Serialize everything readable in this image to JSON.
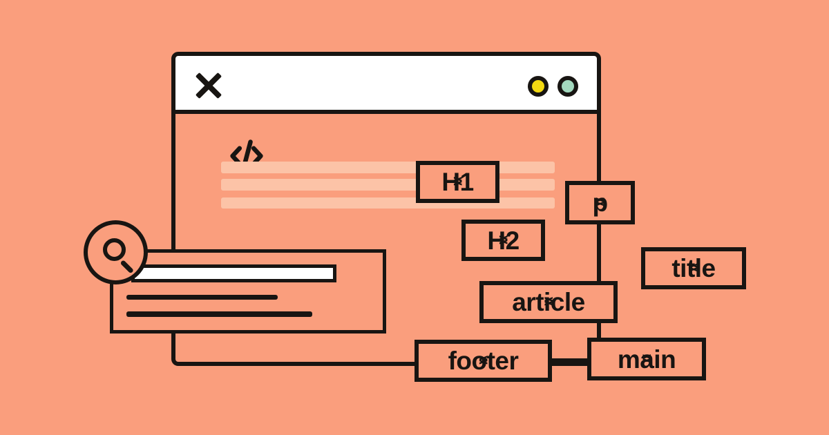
{
  "colors": {
    "bg": "#FA9E7D",
    "stripe": "#FCC3A7",
    "ink": "#181512",
    "white": "#ffffff",
    "yellow": "#F4DA12",
    "mint": "#A3D9BE"
  },
  "brackets": {
    "open": "<",
    "close": ">"
  },
  "tags": [
    {
      "id": "h1",
      "label": "H1"
    },
    {
      "id": "p",
      "label": "p"
    },
    {
      "id": "h2",
      "label": "H2"
    },
    {
      "id": "title",
      "label": "title"
    },
    {
      "id": "article",
      "label": "article"
    },
    {
      "id": "footer",
      "label": "footer"
    },
    {
      "id": "main",
      "label": "main"
    }
  ]
}
